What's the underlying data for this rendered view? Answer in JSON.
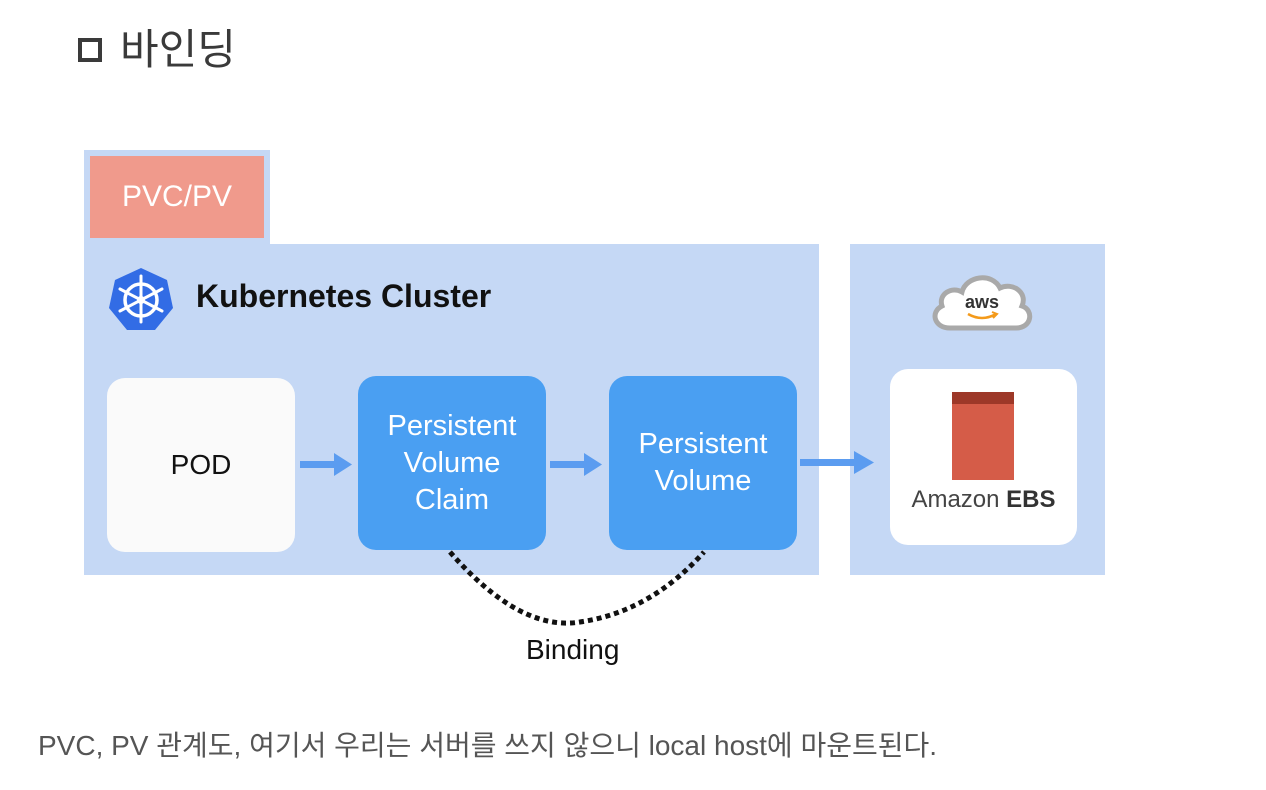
{
  "heading": {
    "text": "바인딩"
  },
  "diagram": {
    "tab_label": "PVC/PV",
    "cluster_title": "Kubernetes Cluster",
    "pod_label": "POD",
    "pvc_label": [
      "Persistent",
      "Volume",
      "Claim"
    ],
    "pv_label": [
      "Persistent",
      "Volume"
    ],
    "aws_logo_text": "aws",
    "ebs_label_prefix": "Amazon",
    "ebs_label_bold": "EBS",
    "binding_label": "Binding",
    "colors": {
      "panel": "#c5d8f5",
      "tab": "#f09a8c",
      "blue_box": "#4a9ff2",
      "arrow": "#5b9cf0",
      "ebs": "#d55c48",
      "k8s": "#326ce5"
    },
    "icons": [
      "kubernetes-icon",
      "aws-cloud-icon",
      "ebs-volume-icon"
    ]
  },
  "caption": {
    "text": "PVC, PV 관계도, 여기서 우리는 서버를 쓰지 않으니 local host에 마운트된다."
  }
}
